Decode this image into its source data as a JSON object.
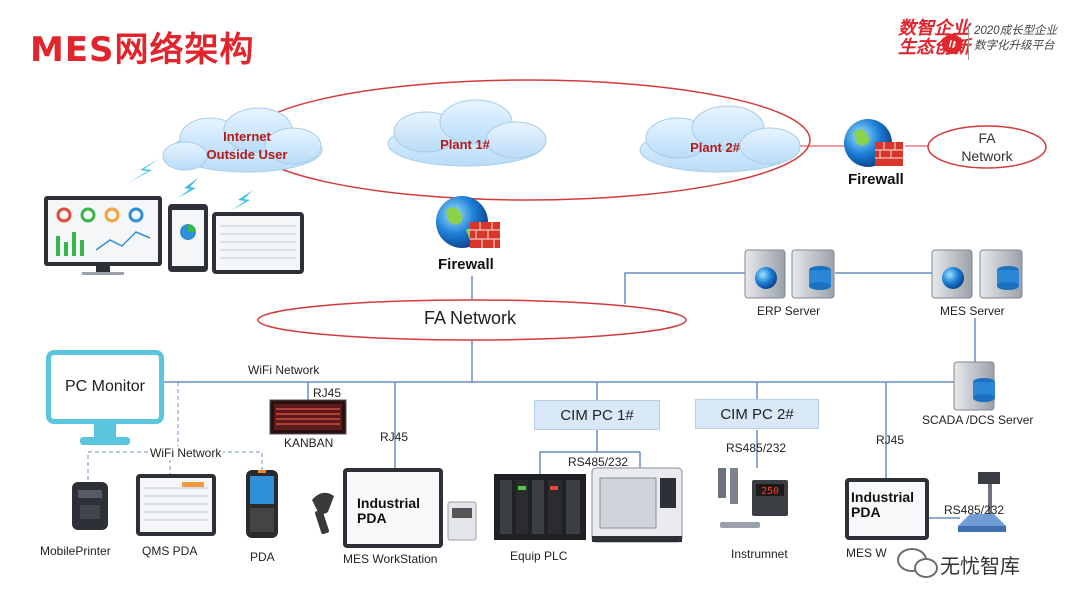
{
  "header": {
    "title": "MES网络架构",
    "brand_line1": "数智企业",
    "brand_line2": "生态创新",
    "brand_right1": "2020成长型企业",
    "brand_right2": "数字化升级平台"
  },
  "clouds": {
    "internet_line1": "Internet",
    "internet_line2": "Outside User",
    "plant1": "Plant 1#",
    "plant2": "Plant 2#"
  },
  "firewalls": {
    "center_label": "Firewall",
    "right_label": "Firewall"
  },
  "networks": {
    "fa_network_center": "FA Network",
    "fa_network_right_line1": "FA",
    "fa_network_right_line2": "Network",
    "wifi_network_top": "WiFi Network",
    "wifi_network_bottom": "WiFi Network"
  },
  "servers": {
    "erp": "ERP Server",
    "mes": "MES  Server",
    "scada": "SCADA /DCS Server"
  },
  "nodes": {
    "pc_monitor": "PC Monitor",
    "kanban": "KANBAN",
    "rj45_kanban": "RJ45",
    "rj45_workstation": "RJ45",
    "rj45_right": "RJ45",
    "cim_pc1": "CIM PC 1#",
    "cim_pc2": "CIM PC 2#",
    "rs485_cim1": "RS485/232",
    "rs485_cim2": "RS485/232",
    "rs485_scale": "RS485/232",
    "mobile_printer": "MobilePrinter",
    "qms_pda": "QMS  PDA",
    "pda": "PDA",
    "mes_workstation": "MES WorkStation",
    "equip_plc": "Equip PLC",
    "instrument": "Instrumnet",
    "mes_workstation_right": "MES W",
    "industrial_pda_line1": "Industrial",
    "industrial_pda_line2": "PDA",
    "industrial_pda2_line1": "Industrial",
    "industrial_pda2_line2": "PDA",
    "watermark": "无忧智库"
  }
}
